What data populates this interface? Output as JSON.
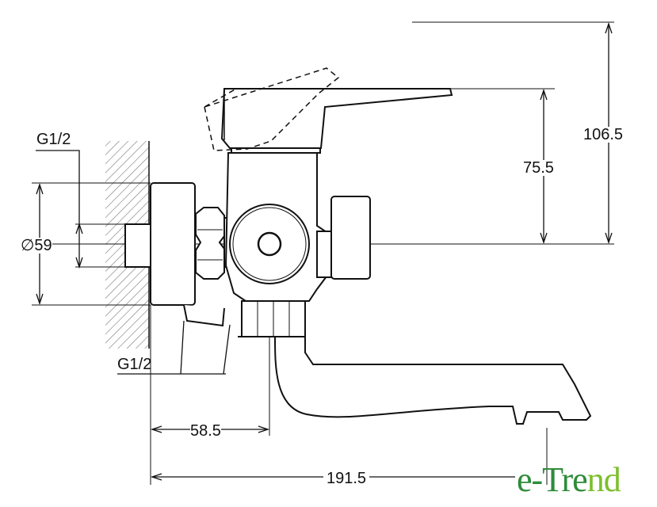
{
  "dimensions": {
    "height_total": "106.5",
    "height_handle": "75.5",
    "flange_diameter": "∅59",
    "inlet_thread_top": "G1/2",
    "outlet_thread_bottom": "G1/2",
    "spout_axis_offset": "58.5",
    "spout_reach": "191.5"
  },
  "logo": {
    "part1": "e-Tre",
    "part2": "nd",
    "colors": [
      "#2e8b3a",
      "#7cbf2e"
    ]
  }
}
